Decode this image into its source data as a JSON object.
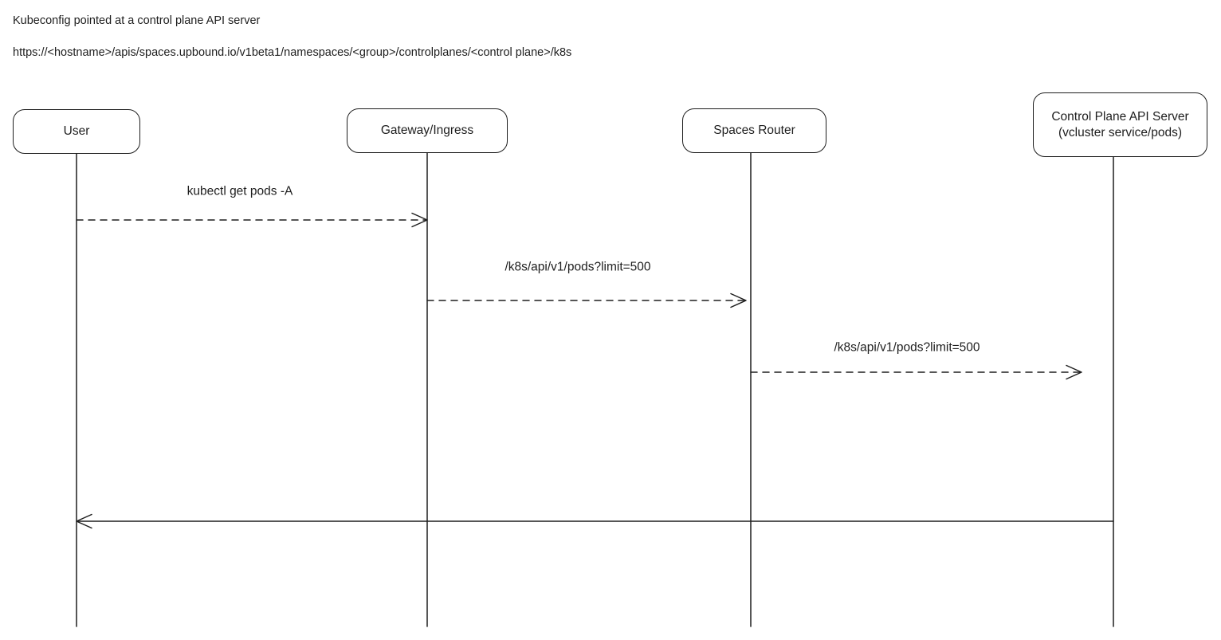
{
  "header": {
    "title": "Kubeconfig pointed at a control plane API server",
    "url": "https://<hostname>/apis/spaces.upbound.io/v1beta1/namespaces/<group>/controlplanes/<control plane>/k8s"
  },
  "diagram": {
    "type": "sequence",
    "colors": {
      "stroke": "#1e1e1e",
      "background": "#ffffff"
    },
    "actors": [
      {
        "id": "user",
        "label": "User"
      },
      {
        "id": "gateway",
        "label": "Gateway/Ingress"
      },
      {
        "id": "spaces-router",
        "label": "Spaces Router"
      },
      {
        "id": "control-plane",
        "label": "Control Plane API Server",
        "sublabel": "(vcluster service/pods)"
      }
    ],
    "messages": [
      {
        "from": "user",
        "to": "gateway",
        "label": "kubectl get pods -A",
        "style": "dashed"
      },
      {
        "from": "gateway",
        "to": "spaces-router",
        "label": "/k8s/api/v1/pods?limit=500",
        "style": "dashed"
      },
      {
        "from": "spaces-router",
        "to": "control-plane",
        "label": "/k8s/api/v1/pods?limit=500",
        "style": "dashed"
      },
      {
        "from": "control-plane",
        "to": "user",
        "label": "",
        "style": "solid"
      }
    ]
  }
}
